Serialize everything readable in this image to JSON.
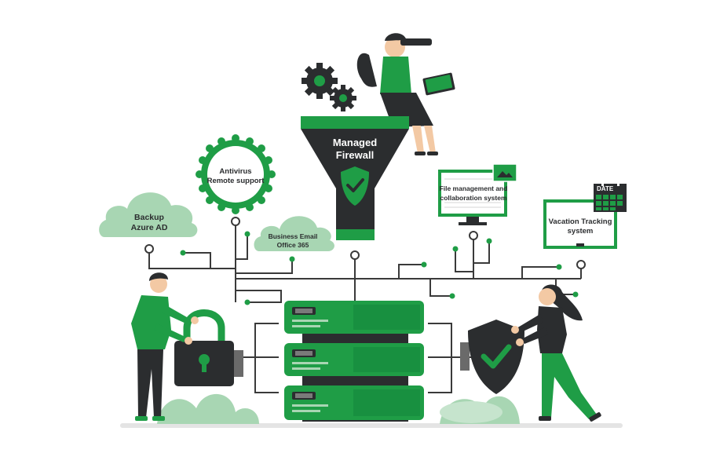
{
  "colors": {
    "brand_green": "#1f9d46",
    "light_green": "#9ecfaa",
    "dark": "#2b2d2f",
    "line": "#3a3a3a",
    "background": "#ffffff"
  },
  "funnel": {
    "title_line1": "Managed",
    "title_line2": "Firewall",
    "icon": "shield-check-icon"
  },
  "nodes": {
    "backup_line1": "Backup",
    "backup_line2": "Azure AD",
    "antivirus_line1": "Antivirus",
    "antivirus_line2": "Remote support",
    "email_line1": "Business Email",
    "email_line2": "Office 365",
    "file_line1": "File management and",
    "file_line2": "collaboration system",
    "vacation_line1": "Vacation Tracking",
    "vacation_line2": "system",
    "calendar_label": "DATE"
  },
  "icons": {
    "gears": "gear-icon",
    "padlock": "padlock-icon",
    "shield": "shield-check-icon",
    "server": "server-icon"
  }
}
